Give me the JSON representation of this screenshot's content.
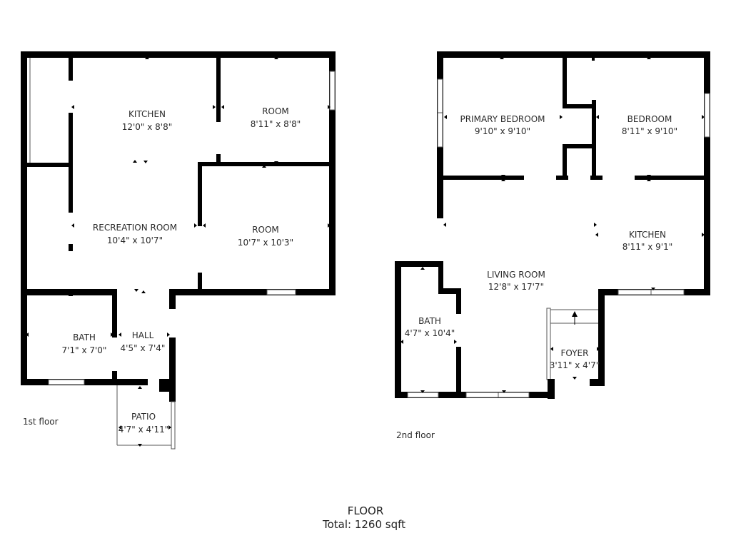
{
  "floors": [
    {
      "label": "1st floor",
      "rooms": [
        {
          "name": "KITCHEN",
          "dims": "12'0\" x 8'8\""
        },
        {
          "name": "ROOM",
          "dims": "8'11\" x 8'8\""
        },
        {
          "name": "RECREATION ROOM",
          "dims": "10'4\" x 10'7\""
        },
        {
          "name": "ROOM",
          "dims": "10'7\" x 10'3\""
        },
        {
          "name": "BATH",
          "dims": "7'1\" x 7'0\""
        },
        {
          "name": "HALL",
          "dims": "4'5\" x 7'4\""
        },
        {
          "name": "PATIO",
          "dims": "4'7\" x 4'11\""
        }
      ]
    },
    {
      "label": "2nd floor",
      "rooms": [
        {
          "name": "PRIMARY BEDROOM",
          "dims": "9'10\" x 9'10\""
        },
        {
          "name": "BEDROOM",
          "dims": "8'11\" x 9'10\""
        },
        {
          "name": "KITCHEN",
          "dims": "8'11\" x 9'1\""
        },
        {
          "name": "LIVING ROOM",
          "dims": "12'8\" x 17'7\""
        },
        {
          "name": "BATH",
          "dims": "4'7\" x 10'4\""
        },
        {
          "name": "FOYER",
          "dims": "3'11\" x 4'7\""
        }
      ]
    }
  ],
  "footer": {
    "title": "FLOOR",
    "total": "Total:  1260 sqft"
  },
  "colors": {
    "wall": "#000000",
    "background": "#ffffff",
    "text": "#2a2a2a"
  }
}
